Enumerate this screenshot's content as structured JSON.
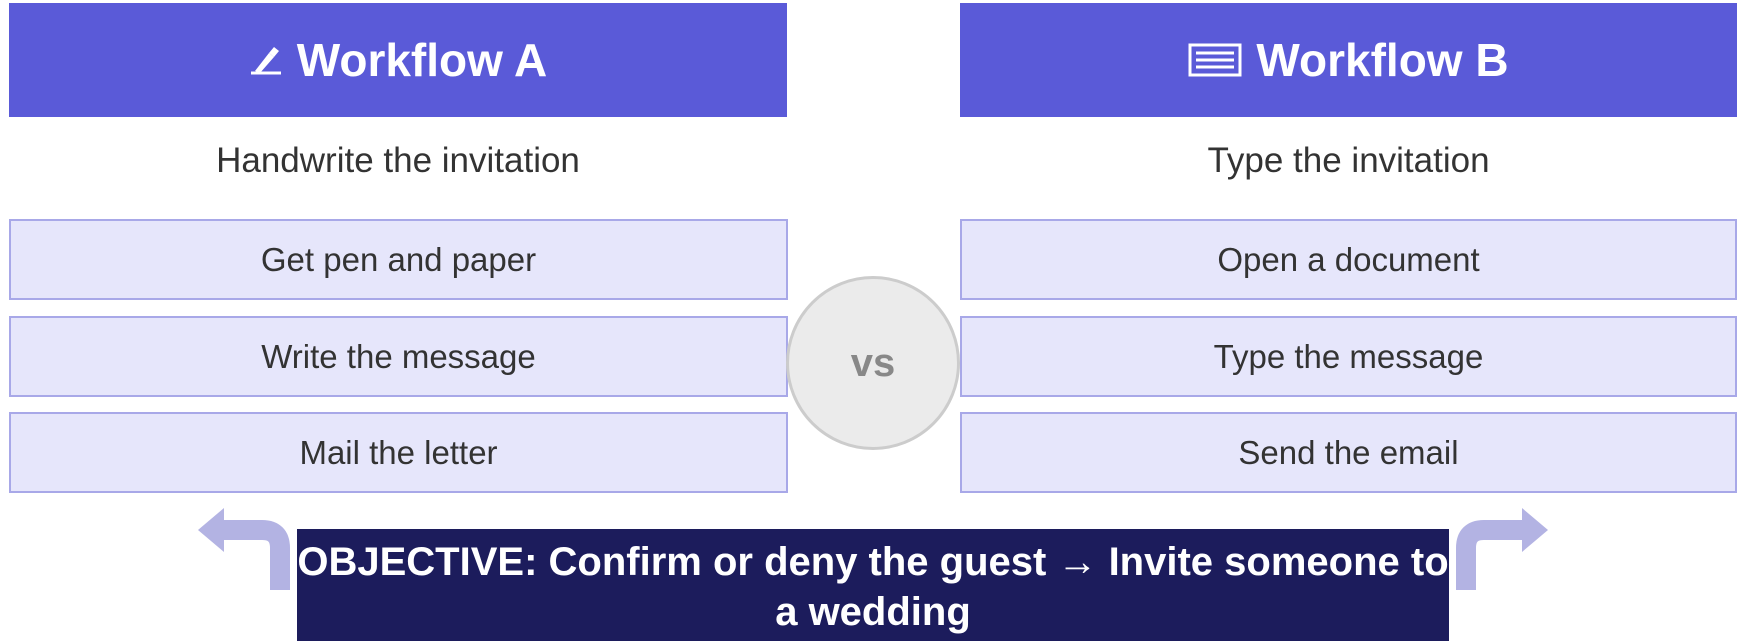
{
  "workflow_a": {
    "icon": "hand-writing-icon",
    "title": "Workflow A",
    "subtitle": "Handwrite the invitation",
    "steps": [
      "Get pen and paper",
      "Write the message",
      "Mail the letter"
    ]
  },
  "workflow_b": {
    "icon": "keyboard-icon",
    "title": "Workflow B",
    "subtitle": "Type the invitation",
    "steps": [
      "Open a document",
      "Type the message",
      "Send the email"
    ]
  },
  "vs_label": "vs",
  "objective": {
    "label": "OBJECTIVE:",
    "text": "Confirm or deny the guest → Invite someone to a wedding"
  },
  "colors": {
    "header": "#5a5ad8",
    "step_fill": "#e6e6fb",
    "step_border": "#a8a8e8",
    "arrow": "#b3b3e3",
    "objective_bg": "#1c1c5c",
    "vs_fill": "#ebebeb"
  }
}
